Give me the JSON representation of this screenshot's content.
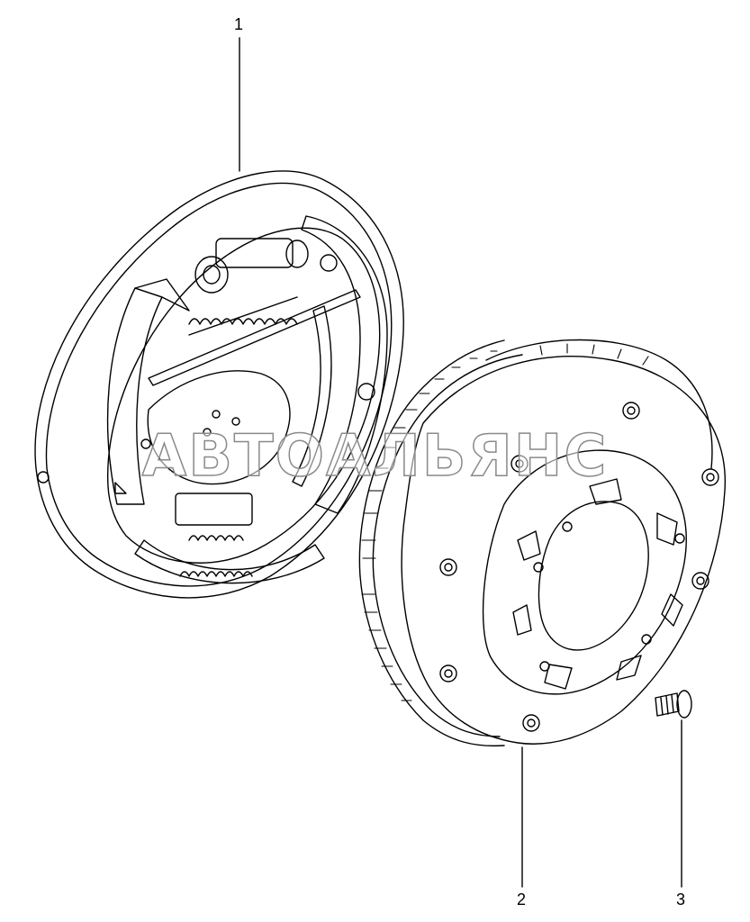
{
  "callouts": {
    "part_1": "1",
    "part_2": "2",
    "part_3": "3"
  },
  "watermark": "АВТОАЛЬЯНС",
  "colors": {
    "line": "#000000",
    "background": "#ffffff",
    "watermark_stroke": "#8a8a8a"
  }
}
